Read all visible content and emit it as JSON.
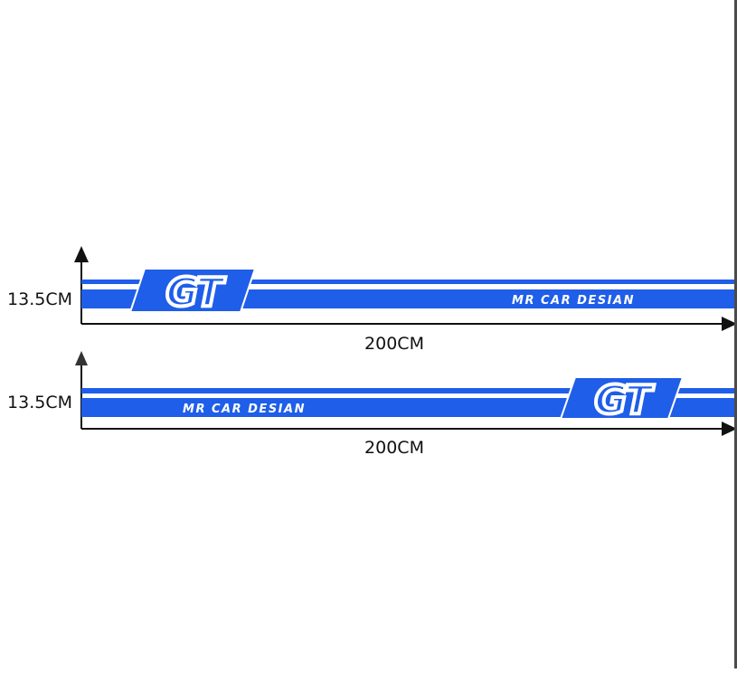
{
  "decals": [
    {
      "height_label": "13.5CM",
      "width_label": "200CM",
      "logo_text": "GT",
      "brand_text": "MR CAR DESIAN",
      "logo_side": "left"
    },
    {
      "height_label": "13.5CM",
      "width_label": "200CM",
      "logo_text": "GT",
      "brand_text": "MR CAR DESIAN",
      "logo_side": "right"
    }
  ],
  "colors": {
    "stripe": "#1f5ee8",
    "text_on_stripe": "#ffffff",
    "dimension": "#111111",
    "edge": "#4a4a4a"
  }
}
